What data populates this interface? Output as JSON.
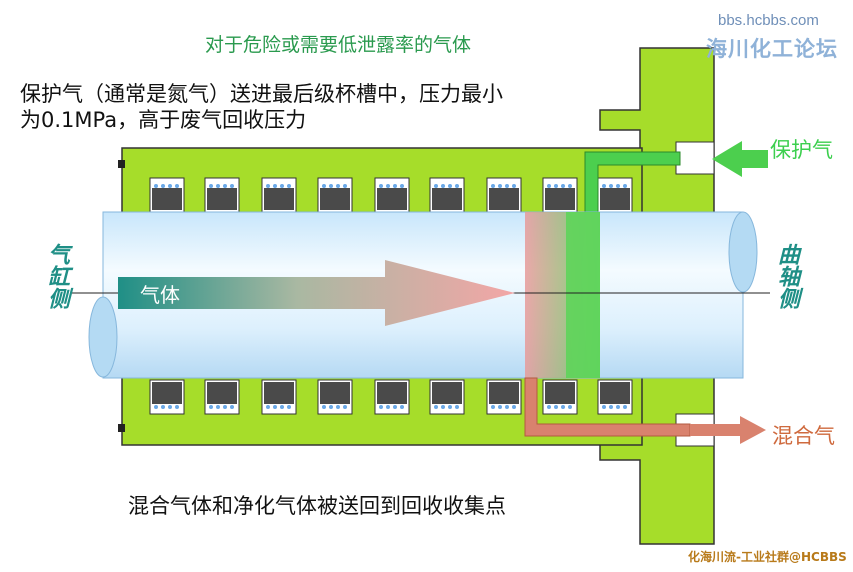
{
  "title": "对于危险或需要低泄露率的气体",
  "description_line1": "保护气（通常是氮气）送进最后级杯槽中，压力最小",
  "description_line2": "为0.1MPa，高于废气回收压力",
  "site_url": "bbs.hcbbs.com",
  "site_name": "海川化工论坛",
  "gas_label": "气体",
  "cylinder_side_label": "气缸侧",
  "crankshaft_side_label": "曲轴侧",
  "protective_gas_label": "保护气",
  "mixed_gas_label": "混合气",
  "bottom_text": "混合气体和净化气体被送回到回收收集点",
  "watermark": "化海川流-工业社群@HCBBS",
  "colors": {
    "housing": "#a6dd2a",
    "protective_gas": "#4ccf4e",
    "mixed_gas": "#d9826e",
    "gas": "#1f8f86",
    "rod": "#d8efff"
  }
}
